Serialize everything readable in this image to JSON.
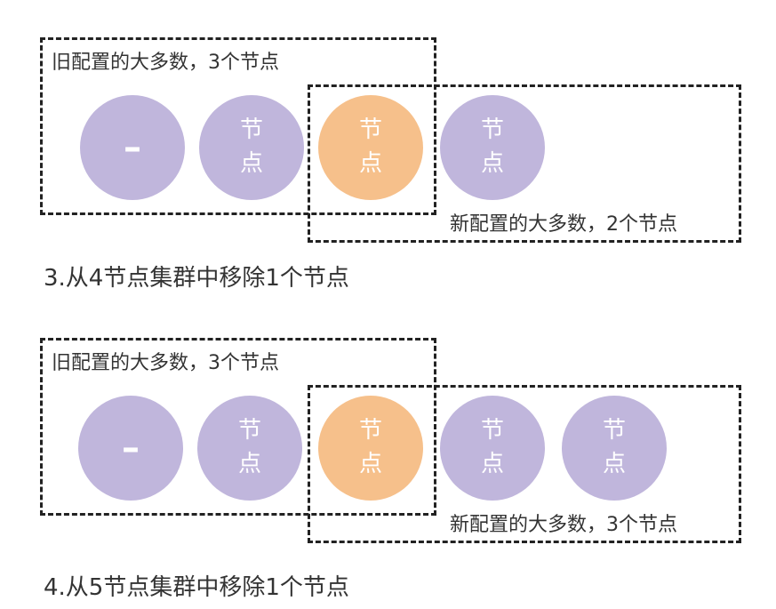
{
  "diagrams": [
    {
      "old_label": "旧配置的大多数，3个节点",
      "new_label": "新配置的大多数，2个节点",
      "caption": "3.从4节点集群中移除1个节点",
      "nodes": [
        {
          "type": "dash",
          "text": "–"
        },
        {
          "type": "normal",
          "line1": "节",
          "line2": "点"
        },
        {
          "type": "highlight",
          "line1": "节",
          "line2": "点"
        },
        {
          "type": "normal",
          "line1": "节",
          "line2": "点"
        }
      ]
    },
    {
      "old_label": "旧配置的大多数，3个节点",
      "new_label": "新配置的大多数，3个节点",
      "caption": "4.从5节点集群中移除1个节点",
      "nodes": [
        {
          "type": "dash",
          "text": "–"
        },
        {
          "type": "normal",
          "line1": "节",
          "line2": "点"
        },
        {
          "type": "highlight",
          "line1": "节",
          "line2": "点"
        },
        {
          "type": "normal",
          "line1": "节",
          "line2": "点"
        },
        {
          "type": "normal",
          "line1": "节",
          "line2": "点"
        }
      ]
    }
  ],
  "colors": {
    "node_normal": "#c0b6dc",
    "node_highlight": "#f6c08b",
    "dash_line": "#222222",
    "text": "#333333"
  }
}
